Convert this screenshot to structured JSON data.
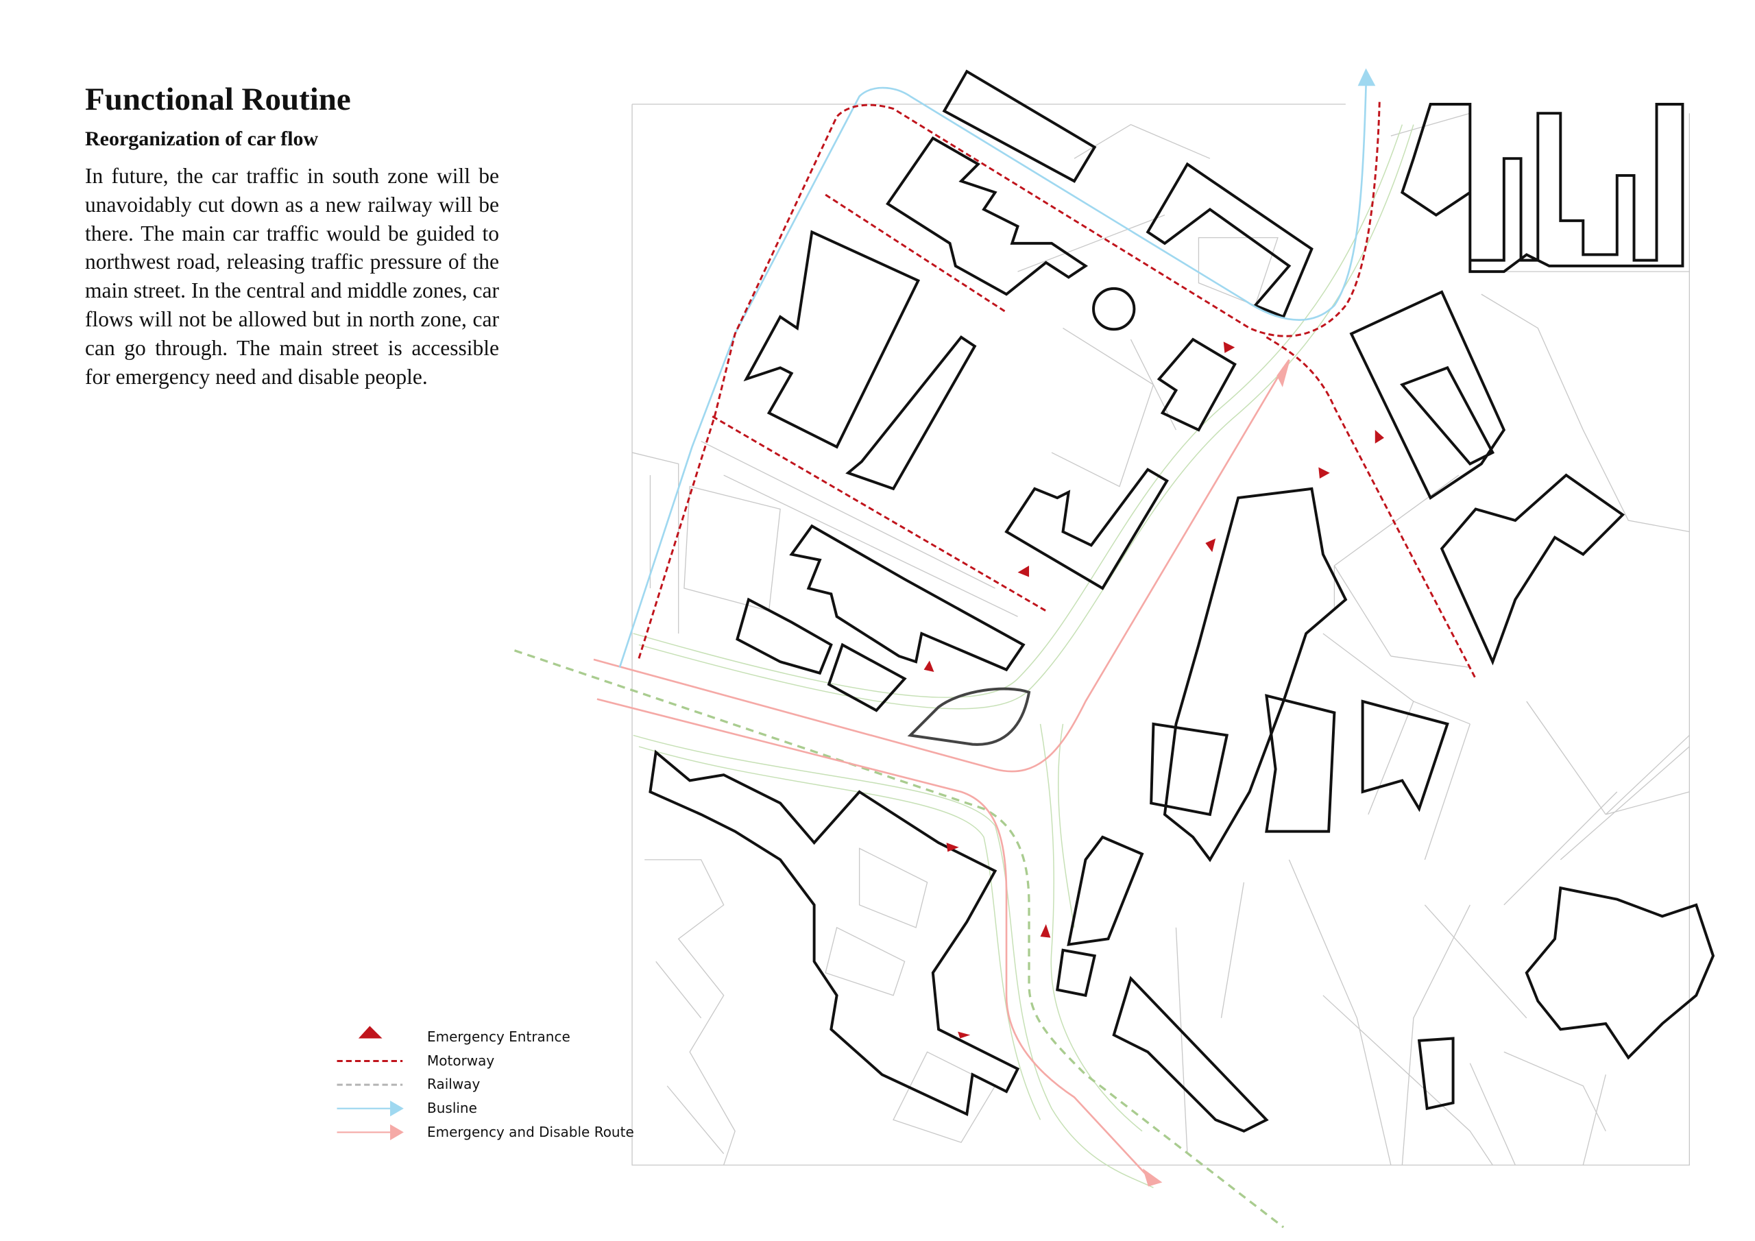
{
  "header": {
    "title": "Functional Routine",
    "subtitle": "Reorganization of  car flow",
    "body": "In future, the car traffic in south zone will be unavoidably cut down as a new railway will be there. The main car traffic would be guided to northwest road, releasing traffic pressure of the main street. In the central and middle zones, car flows will not be allowed but in north zone, car can go through. The main street is accessible for emergency need and disable people."
  },
  "legend": {
    "items": [
      {
        "label": "Emergency Entrance",
        "symbol": "triangle",
        "color": "#c0141c"
      },
      {
        "label": "Motorway",
        "symbol": "dashed-line",
        "color": "#c0141c"
      },
      {
        "label": "Railway",
        "symbol": "dashed-line",
        "color": "#b4b4b4"
      },
      {
        "label": "Busline",
        "symbol": "arrow",
        "color": "#9fd8f0"
      },
      {
        "label": "Emergency and Disable Route",
        "symbol": "arrow",
        "color": "#f5a9a6"
      }
    ]
  },
  "colors": {
    "motorway": "#c0141c",
    "busline": "#9fd8f0",
    "emergency_route": "#f5a9a6",
    "railway_map": "#a9cc8f",
    "building": "#111111",
    "context": "#bdbdbd"
  }
}
